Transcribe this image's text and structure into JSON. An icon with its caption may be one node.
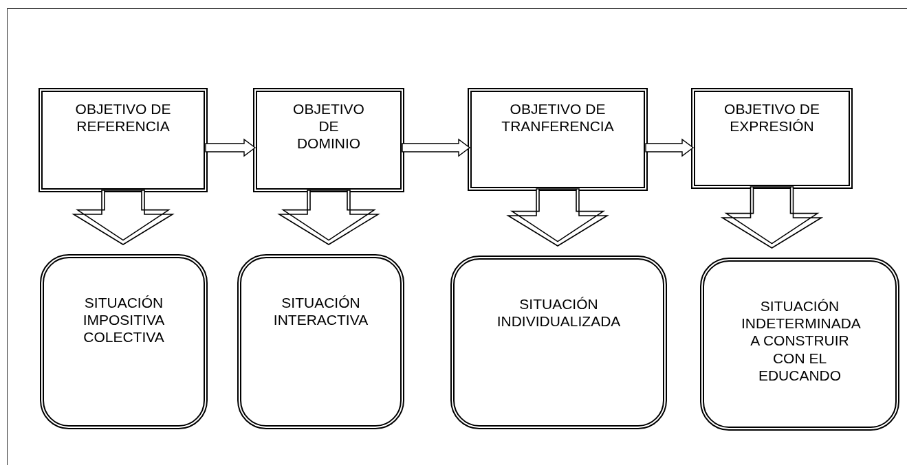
{
  "diagram": {
    "nodes": [
      {
        "text": [
          "OBJETIVO DE REFERENCIA"
        ]
      },
      {
        "text": [
          "OBJETIVO DE DOMINIO"
        ]
      },
      {
        "text": [
          "OBJETIVO DE TRANFERENCIA"
        ]
      },
      {
        "text": [
          "OBJETIVO DE EXPRESIÓN"
        ]
      },
      {
        "text": [
          "SITUACIÓN IMPOSITIVA COLECTIVA"
        ]
      },
      {
        "text": [
          "SITUACIÓN INTERACTIVA"
        ]
      },
      {
        "text": [
          "SITUACIÓN INDIVIDUALIZADA"
        ]
      },
      {
        "text": [
          "SITUACIÓN INDETERMINADA A CONSTRUIR CON EL EDUCANDO"
        ]
      }
    ],
    "edges": [
      {
        "from": 0,
        "to": 1,
        "arrow": "to"
      },
      {
        "from": 1,
        "to": 2,
        "arrow": "to"
      },
      {
        "from": 2,
        "to": 3,
        "arrow": "to"
      },
      {
        "from": 0,
        "to": 4,
        "arrow": "to",
        "style": "thick"
      },
      {
        "from": 1,
        "to": 5,
        "arrow": "to",
        "style": "thick"
      },
      {
        "from": 2,
        "to": 6,
        "arrow": "to",
        "style": "thick"
      },
      {
        "from": 3,
        "to": 7,
        "arrow": "to",
        "style": "thick"
      }
    ]
  }
}
